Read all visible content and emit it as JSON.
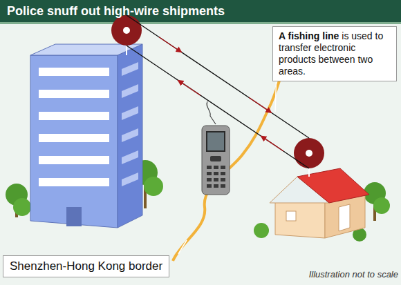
{
  "diagram": {
    "title": "Police snuff out high-wire shipments",
    "nodes": [
      {
        "text": [
          "A fishing line",
          "is used to transfer electronic products between two areas."
        ]
      },
      {
        "text": [
          "Shenzhen-Hong Kong border"
        ]
      }
    ],
    "labels": [
      "Illustration not to scale"
    ]
  }
}
